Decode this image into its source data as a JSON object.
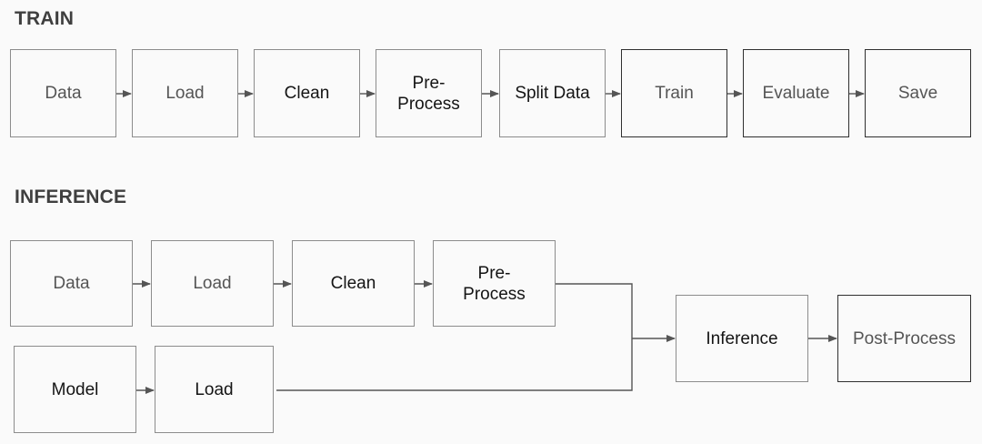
{
  "train": {
    "title": "TRAIN",
    "steps": [
      "Data",
      "Load",
      "Clean",
      "Pre-\nProcess",
      "Split Data",
      "Train",
      "Evaluate",
      "Save"
    ]
  },
  "inference": {
    "title": "INFERENCE",
    "data_steps": [
      "Data",
      "Load",
      "Clean",
      "Pre-\nProcess"
    ],
    "model_steps": [
      "Model",
      "Load"
    ],
    "inference_label": "Inference",
    "post_process_label": "Post-Process"
  },
  "colors": {
    "background": "#fafafa",
    "box_border_light": "#8c8c8c",
    "box_border_dark": "#2f2f2f",
    "arrow": "#555555",
    "title_text": "#3f3f3f"
  }
}
